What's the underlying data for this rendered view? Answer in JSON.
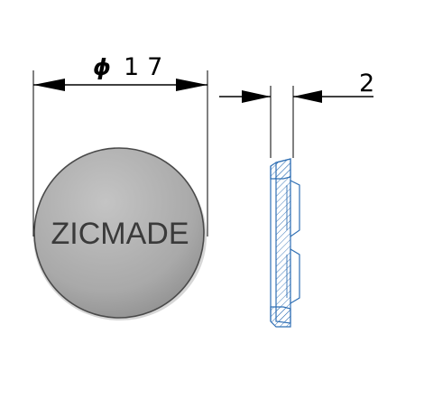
{
  "front_view": {
    "diameter_symbol": "ϕ",
    "diameter_value": "17",
    "cap_label": "ZICMADE",
    "cap_color": "#a8a8a8"
  },
  "side_view": {
    "thickness_value": "2",
    "hatch_color": "#2f6fb4"
  }
}
